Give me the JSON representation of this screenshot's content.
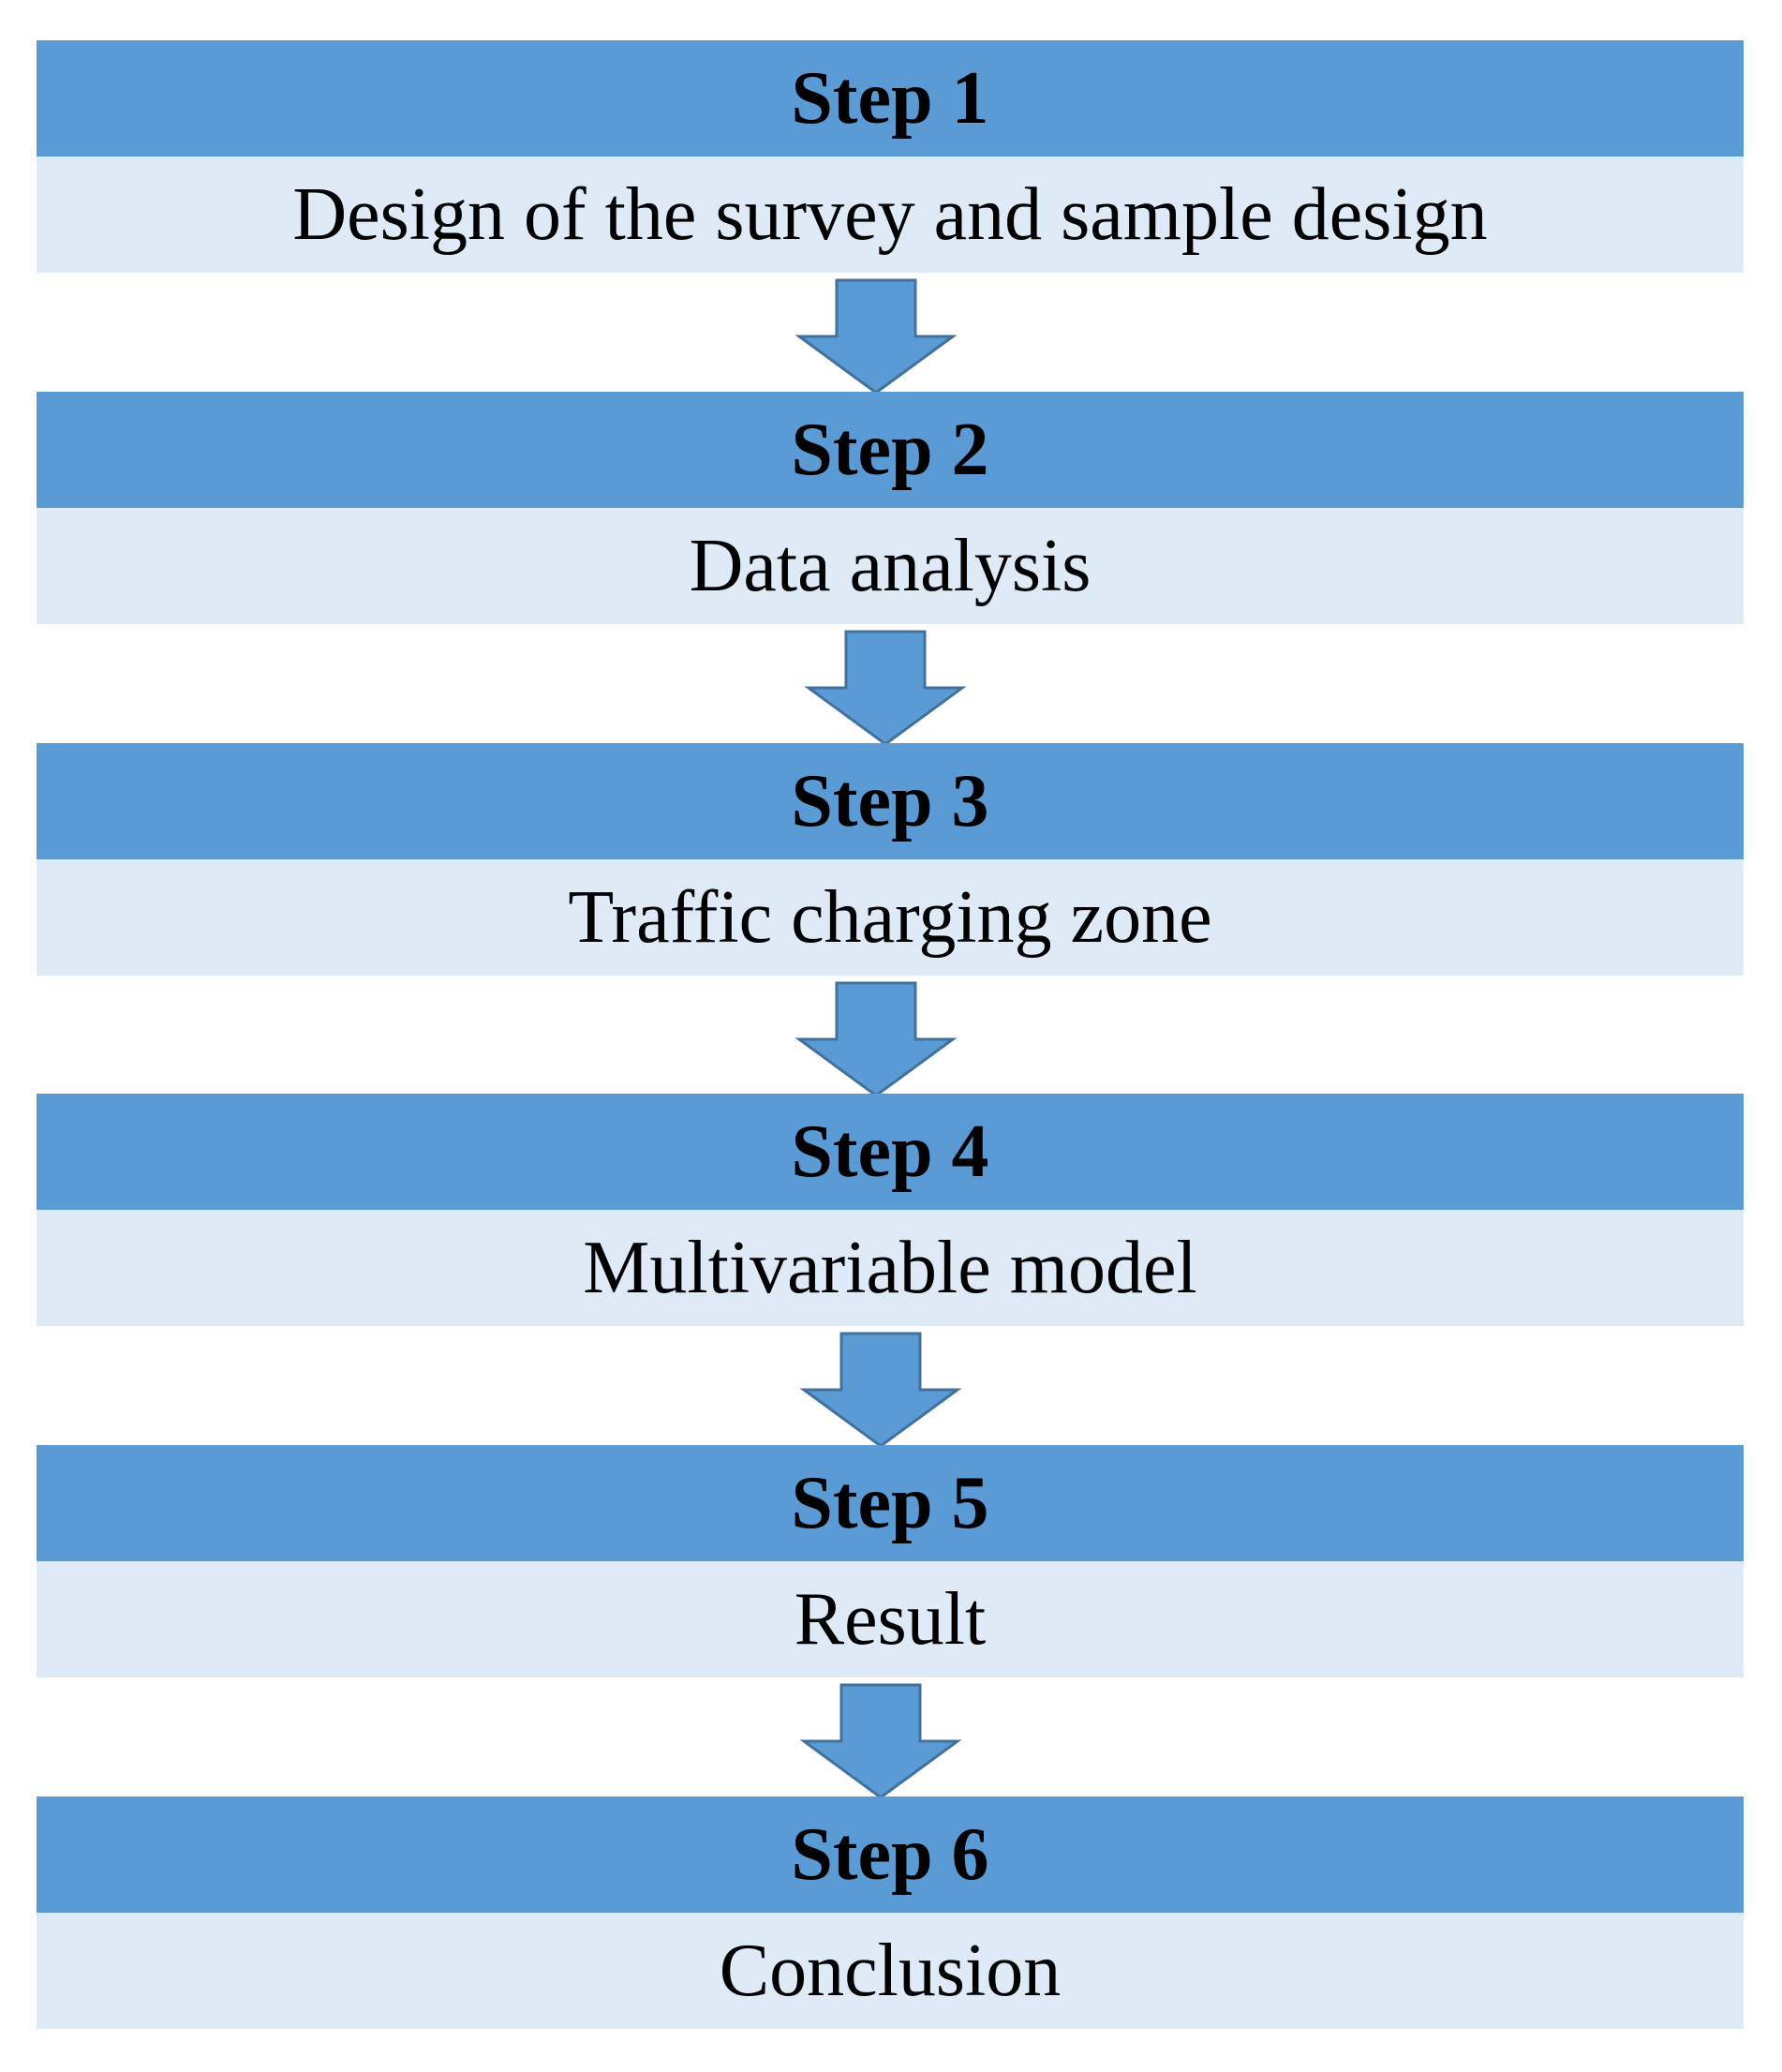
{
  "colors": {
    "header_fill": "#5b9bd5",
    "body_fill": "#deeaf6",
    "arrow_fill": "#5b9bd5",
    "arrow_stroke": "#41719c"
  },
  "steps": [
    {
      "title": "Step 1",
      "description": "Design of the survey and sample design"
    },
    {
      "title": "Step 2",
      "description": "Data analysis"
    },
    {
      "title": "Step 3",
      "description": "Traffic charging zone"
    },
    {
      "title": "Step 4",
      "description": "Multivariable model"
    },
    {
      "title": "Step 5",
      "description": "Result"
    },
    {
      "title": "Step 6",
      "description": "Conclusion"
    }
  ],
  "connectors": [
    {
      "icon": "down-arrow-icon"
    },
    {
      "icon": "down-arrow-icon"
    },
    {
      "icon": "down-arrow-icon"
    },
    {
      "icon": "down-arrow-icon"
    },
    {
      "icon": "down-arrow-icon"
    }
  ]
}
